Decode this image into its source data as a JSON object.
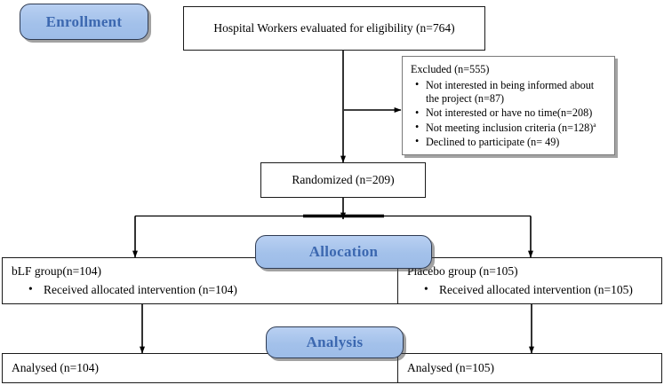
{
  "diagram": {
    "title": "CONSORT participant flow diagram",
    "colors": {
      "banner_fill": "#a3c1ea",
      "banner_text": "#3c68b0",
      "banner_border": "#2f3b52",
      "box_border": "#1a1a1a",
      "excluded_border": "#7a7a7a",
      "connector": "#000000",
      "background": "#ffffff"
    }
  },
  "stages": {
    "enrollment": "Enrollment",
    "allocation": "Allocation",
    "analysis": "Analysis"
  },
  "nodes": {
    "assessed": {
      "text": "Hospital Workers evaluated for eligibility (n=764)"
    },
    "excluded": {
      "heading": "Excluded (n=555)",
      "reasons": [
        "Not interested in being informed about the project (n=87)",
        "Not interested or have no time(n=208)",
        "Not meeting inclusion criteria (n=128)",
        "Declined to participate (n= 49)"
      ],
      "footnote_marker": "a",
      "footnote_on_reason_index": 2
    },
    "randomized": {
      "text": "Randomized (n=209)"
    },
    "allocation_left": {
      "heading": "bLF group(n=104)",
      "items": [
        "Received allocated intervention (n=104)"
      ]
    },
    "allocation_right": {
      "heading": "Placebo group (n=105)",
      "items": [
        "Received allocated intervention (n=105)"
      ]
    },
    "analysis_left": {
      "text": "Analysed (n=104)"
    },
    "analysis_right": {
      "text": "Analysed (n=105)"
    }
  }
}
